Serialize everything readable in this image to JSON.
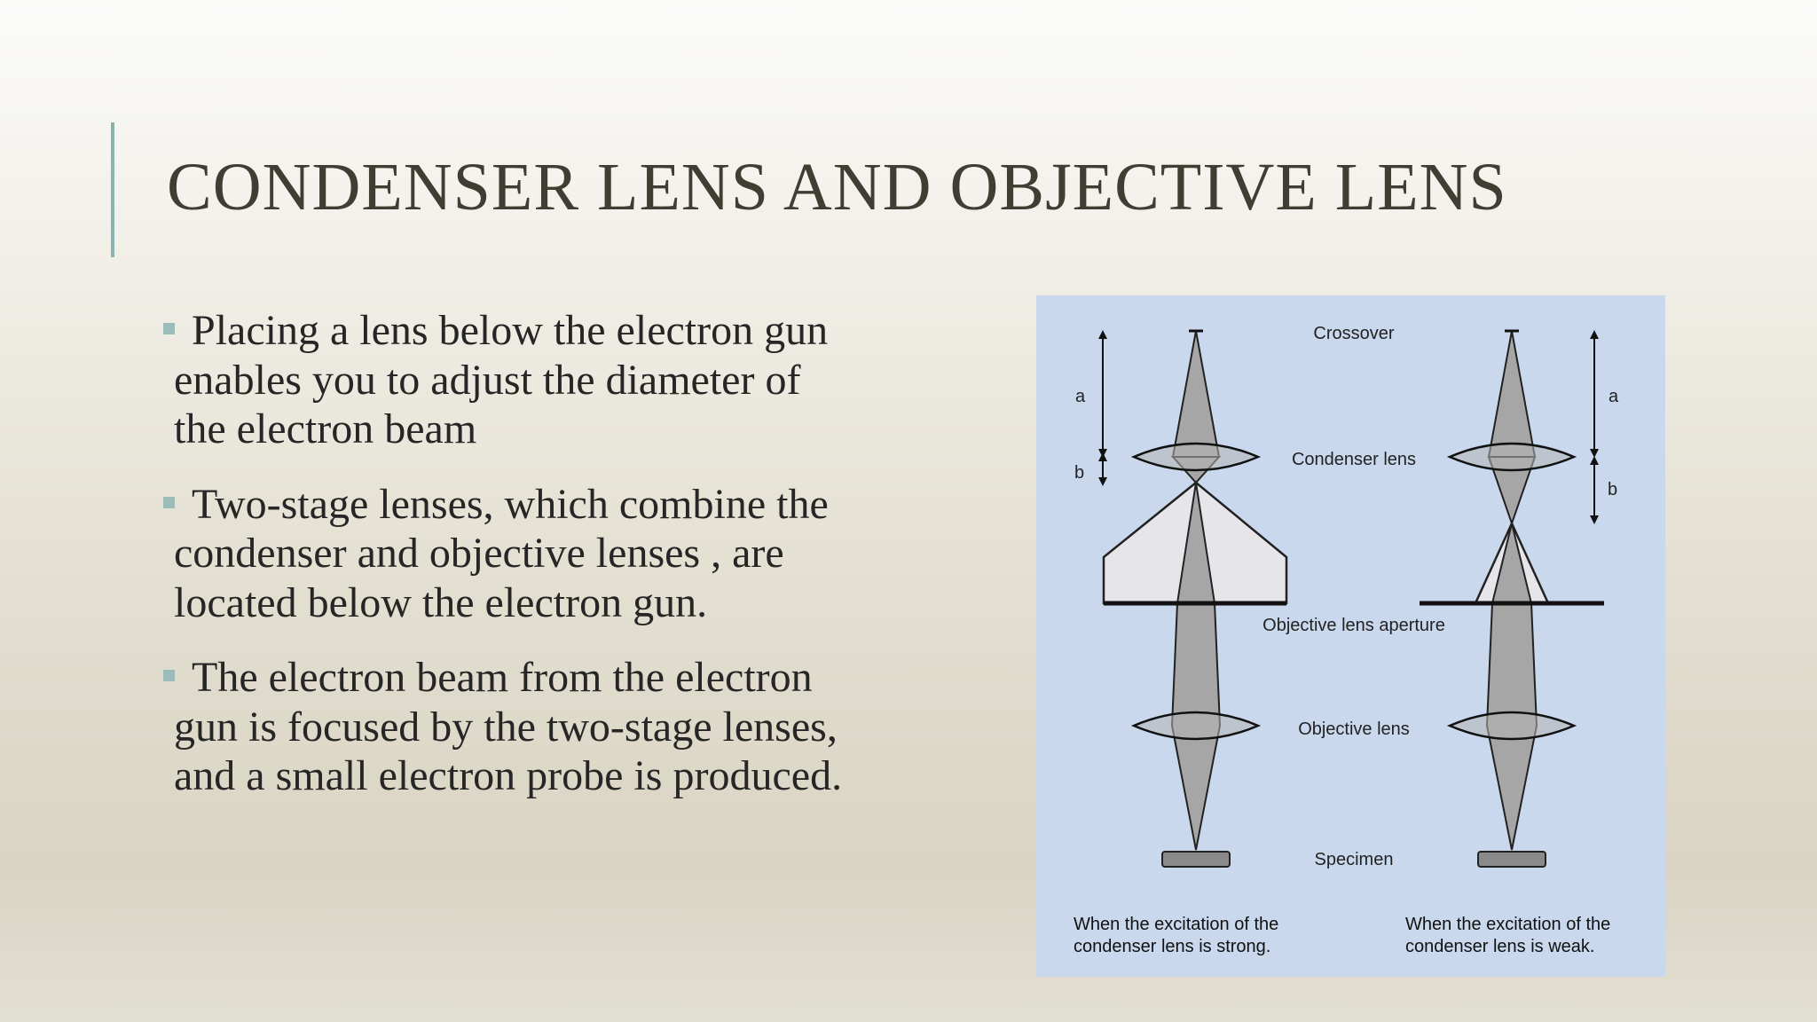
{
  "slide": {
    "title": "CONDENSER LENS AND OBJECTIVE LENS",
    "bullets": [
      "Placing a lens below the electron gun enables you to adjust the diameter of the electron beam",
      "Two-stage lenses, which combine the condenser and objective lenses , are located below the electron gun.",
      "The electron beam from the electron gun is focused by the two-stage lenses, and a small electron probe is produced."
    ]
  },
  "figure": {
    "labels": {
      "crossover": "Crossover",
      "condenser_lens": "Condenser lens",
      "objective_lens_aperture": "Objective lens aperture",
      "objective_lens": "Objective lens",
      "specimen": "Specimen"
    },
    "distance_labels": {
      "left_a": "a",
      "left_b": "b",
      "right_a": "a",
      "right_b": "b"
    },
    "captions": {
      "left_line1": "When the excitation of the",
      "left_line2": "condenser lens is strong.",
      "right_line1": "When the excitation of the",
      "right_line2": "condenser lens is weak."
    },
    "colors": {
      "panel_background": "#c9d8ed",
      "beam_fill": "#a6a6a6",
      "lens_fill": "#b4b4b4",
      "cone_fill": "#e6e6ea",
      "specimen_fill": "#8a8a8a"
    }
  }
}
